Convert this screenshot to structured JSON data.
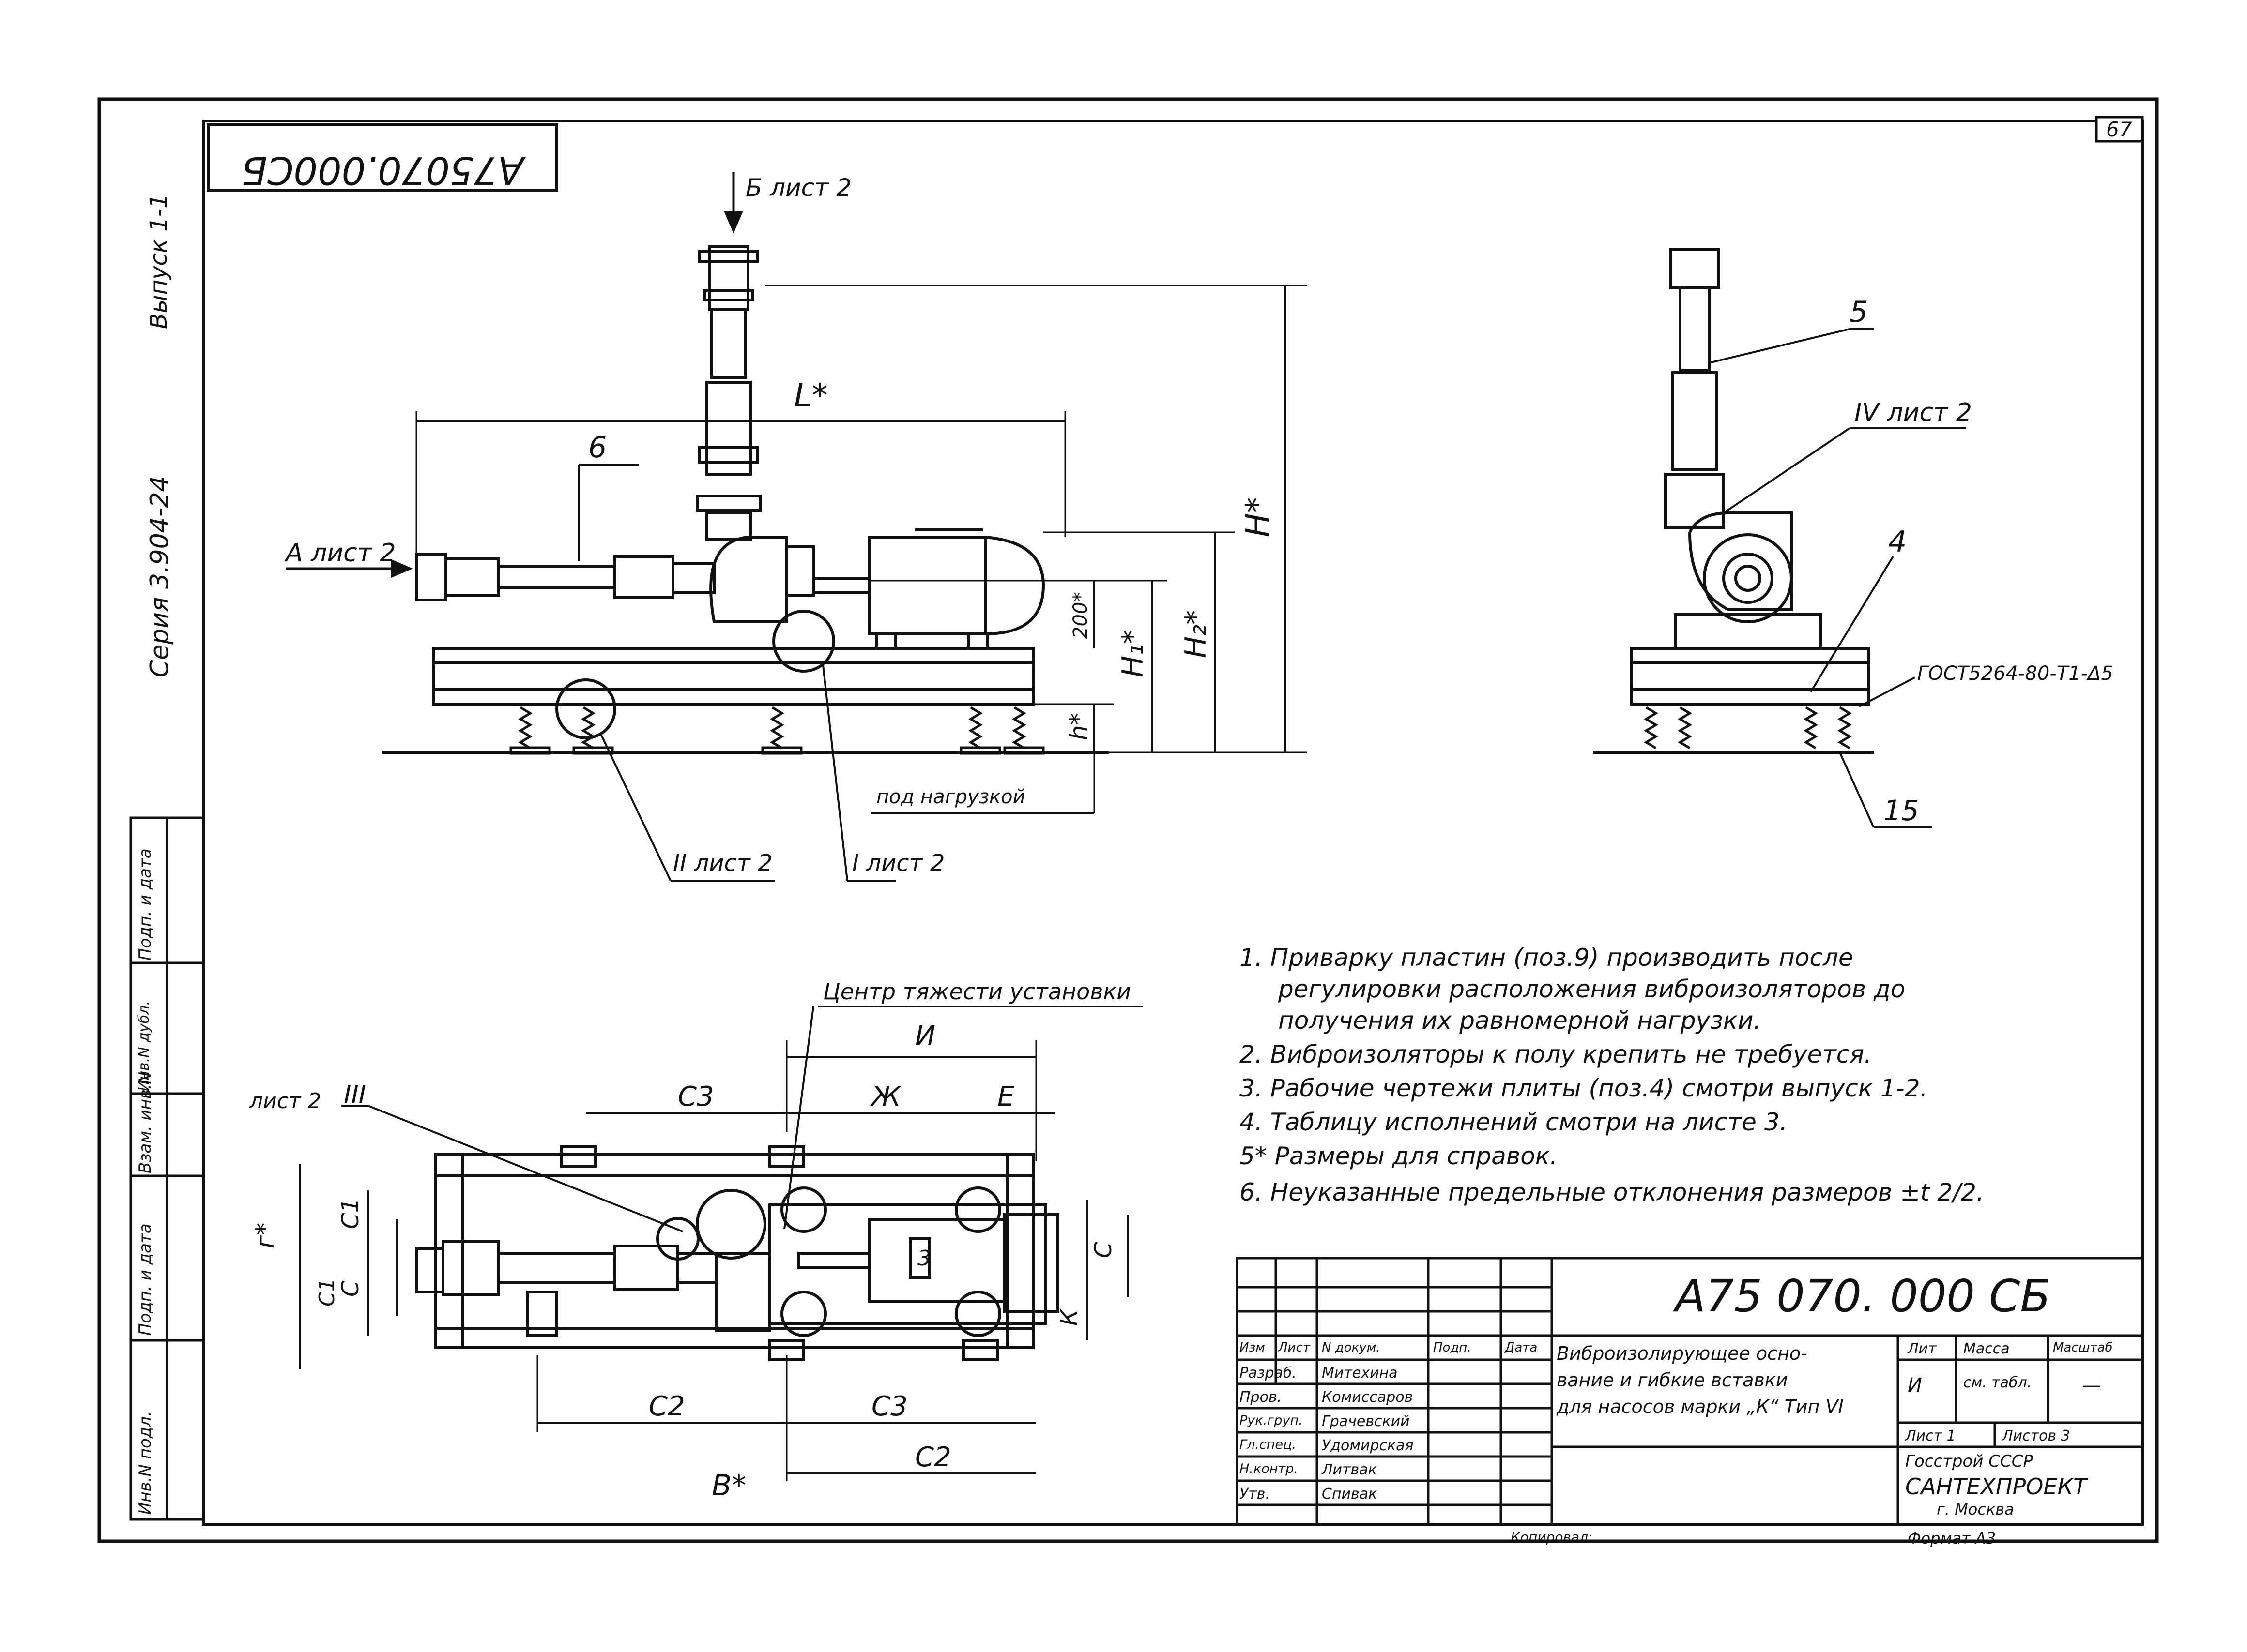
{
  "page_number": "67",
  "top_code": "А75070.000СБ",
  "side": {
    "series": "Серия 3.904-24",
    "issue": "Выпуск 1-1",
    "stamp_cols": [
      "Инв.N подл.",
      "Подп. и дата",
      "Взам. инв.N",
      "Инв.N дубл.",
      "Подп. и дата"
    ]
  },
  "labels": {
    "view_b": "Б лист 2",
    "view_a": "А лист 2",
    "L": "L*",
    "H": "H*",
    "H1": "H₁*",
    "H2": "H₂*",
    "h": "h*",
    "dim200": "200*",
    "under_load": "под нагрузкой",
    "pos6": "6",
    "callout2": "II лист 2",
    "callout1": "I лист 2",
    "pos5": "5",
    "callout4": "IV лист 2",
    "pos4": "4",
    "gost": "ГОСТ5264-80-Т1-Δ5",
    "pos15": "15",
    "cg": "Центр тяжести установки",
    "I": "И",
    "C3": "С3",
    "Zh": "Ж",
    "E": "Е",
    "list2": "лист 2",
    "III": "III",
    "g": "г*",
    "C1a": "С1",
    "Ca": "С",
    "C1b": "С1",
    "Cb": "С",
    "K": "К",
    "num3": "3",
    "C2a": "С2",
    "C3b": "С3",
    "C2b": "С2",
    "B": "В*"
  },
  "notes": [
    "1. Приварку пластин (поз.9) производить после",
    "регулировки расположения виброизоляторов до",
    "получения их равномерной нагрузки.",
    "2. Виброизоляторы к полу крепить не требуется.",
    "3. Рабочие чертежи плиты (поз.4) смотри выпуск 1-2.",
    "4. Таблицу исполнений смотри на листе 3.",
    "5* Размеры для справок.",
    "6. Неуказанные предельные отклонения размеров ±t 2/2."
  ],
  "title_block": {
    "doc_code": "А75 070. 000 СБ",
    "header": [
      "Изм",
      "Лист",
      "N докум.",
      "Подп.",
      "Дата"
    ],
    "roles": [
      {
        "role": "Разраб.",
        "name": "Митехина"
      },
      {
        "role": "Пров.",
        "name": "Комиссаров"
      },
      {
        "role": "Рук.груп.",
        "name": "Грачевский"
      },
      {
        "role": "Гл.спец.",
        "name": "Удомирская"
      },
      {
        "role": "Н.контр.",
        "name": "Литвак"
      },
      {
        "role": "Утв.",
        "name": "Спивак"
      }
    ],
    "title_lines": [
      "Виброизолирующее осно-",
      "вание и гибкие вставки",
      "для насосов марки „К“ Тип VI"
    ],
    "col_heads": [
      "Лит",
      "Масса",
      "Масштаб"
    ],
    "lit": "И",
    "mass": "см. табл.",
    "scale": "—",
    "sheet": "Лист 1",
    "sheets": "Листов 3",
    "org1": "Госстрой СССР",
    "org2": "САНТЕХПРОЕКТ",
    "org3": "г. Москва",
    "copied": "Копировал:",
    "format": "Формат А3"
  },
  "colors": {
    "ink": "#111111",
    "paper": "#ffffff"
  }
}
